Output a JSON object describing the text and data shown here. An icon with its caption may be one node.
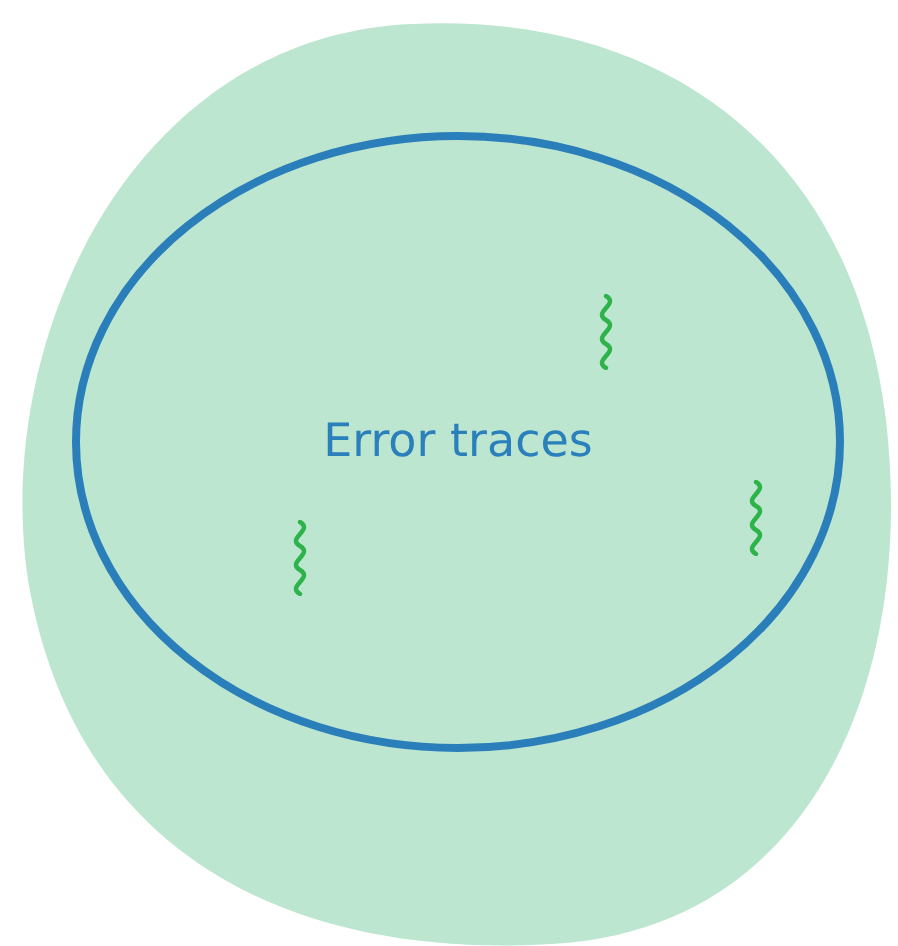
{
  "diagram": {
    "nodes": [
      {
        "text": [],
        "shape": "circle"
      },
      {
        "text": [
          "Error traces"
        ],
        "in": 0
      }
    ]
  }
}
